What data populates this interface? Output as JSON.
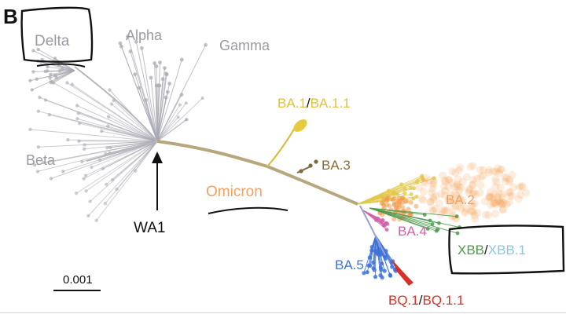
{
  "panel_letter": "B",
  "labels": {
    "delta": "Delta",
    "alpha": "Alpha",
    "gamma": "Gamma",
    "beta": "Beta",
    "wa1": "WA1",
    "omicron": "Omicron",
    "ba1": "BA.1",
    "slash1": "/",
    "ba11": "BA.1.1",
    "ba3": "BA.3",
    "ba2": "BA.2",
    "ba4": "BA.4",
    "ba5": "BA.5",
    "xbb": "XBB",
    "slash2": "/",
    "xbb1": "XBB.1",
    "bq1": "BQ.1",
    "slash3": "/",
    "bq11": "BQ.1.1"
  },
  "scale_bar": "0.001",
  "colors": {
    "early_lineages": "#a9a9b3",
    "omicron_trunk": "#b7a77d",
    "ba1": "#e2c84a",
    "ba3": "#8a6d2e",
    "ba2": "#f29a4a",
    "ba4": "#d062a6",
    "ba5": "#3f73d8",
    "xbb": "#4e9a4e",
    "xbb1": "#88c8d9",
    "bq1": "#d9302a",
    "annotation_ink": "#111111"
  }
}
